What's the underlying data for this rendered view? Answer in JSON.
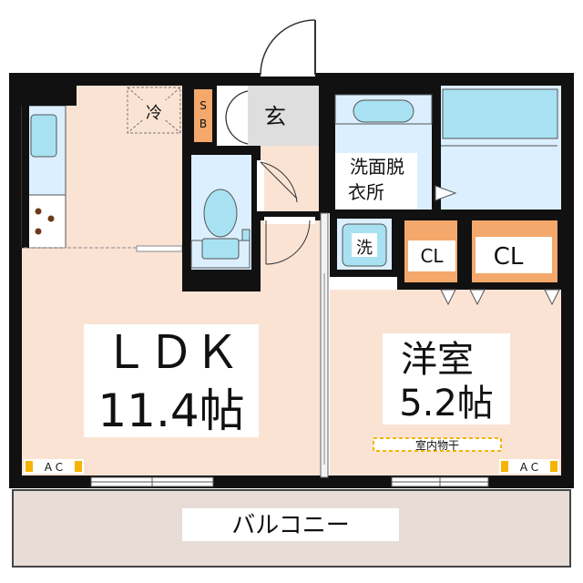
{
  "rooms": {
    "ldk_name": "ＬＤＫ",
    "ldk_size": "11.4帖",
    "western_name": "洋室",
    "western_size": "5.2帖",
    "entrance": "玄",
    "shoe_box": "SB",
    "fridge": "冷",
    "washroom_line1": "洗面脱",
    "washroom_line2": "衣所",
    "washer": "洗",
    "closet_1": "CL",
    "closet_2": "CL",
    "indoor_drying": "室内物干",
    "ac_left": "ＡＣ",
    "ac_right": "ＡＣ",
    "balcony": "バルコニー"
  },
  "colors": {
    "wall": "#111111",
    "room_floor": "#fbe3d4",
    "wet_floor": "#dcefff",
    "fixture": "#a8e2f2",
    "closet": "#f4a86b",
    "shoe_box": "#f4a86b",
    "entrance_floor": "#dedede",
    "balcony": "#e7ddd6",
    "ac_marker": "#f5b400",
    "drying_bar": "#f5b400"
  }
}
